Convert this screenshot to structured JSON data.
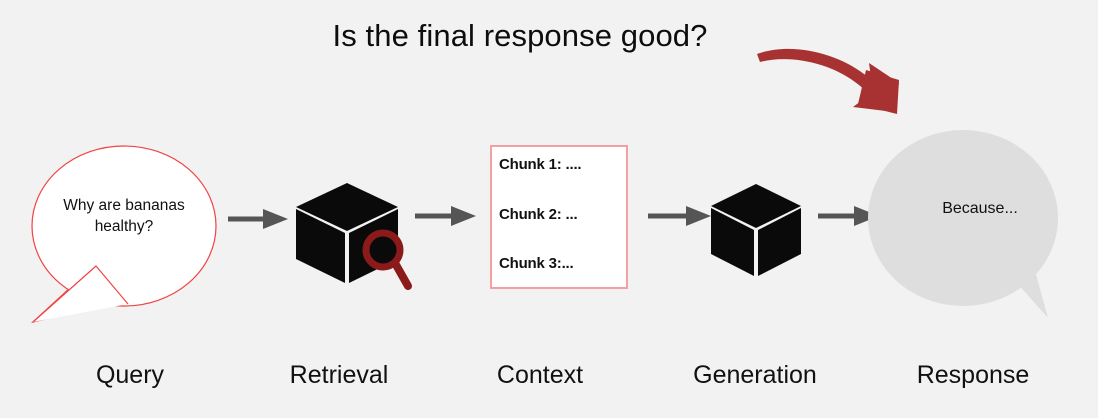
{
  "background_color": "#f2f2f2",
  "title": "Is the final response good?",
  "annotation_arrow": {
    "icon": "curved-arrow-icon",
    "color": "#a83232",
    "points_to": "response"
  },
  "pipeline": {
    "stages": [
      {
        "key": "query",
        "label": "Query",
        "shape": "speech-bubble",
        "fill": "#ffffff",
        "stroke": "#ef4444",
        "text": "Why are bananas healthy?"
      },
      {
        "key": "retrieval",
        "label": "Retrieval",
        "shape": "cube-with-magnifier",
        "cube_color": "#0a0a0a",
        "magnifier_color": "#8b1a1a"
      },
      {
        "key": "context",
        "label": "Context",
        "shape": "box",
        "fill": "#ffffff",
        "stroke": "#f4a0a0",
        "lines": [
          "Chunk 1: ....",
          "Chunk 2: ...",
          "Chunk 3:..."
        ]
      },
      {
        "key": "generation",
        "label": "Generation",
        "shape": "cube",
        "cube_color": "#0a0a0a"
      },
      {
        "key": "response",
        "label": "Response",
        "shape": "speech-bubble",
        "fill": "#dedede",
        "stroke": "none",
        "text": "Because..."
      }
    ],
    "connectors": {
      "icon": "arrow-right-icon",
      "color": "#555555",
      "count": 4
    }
  }
}
